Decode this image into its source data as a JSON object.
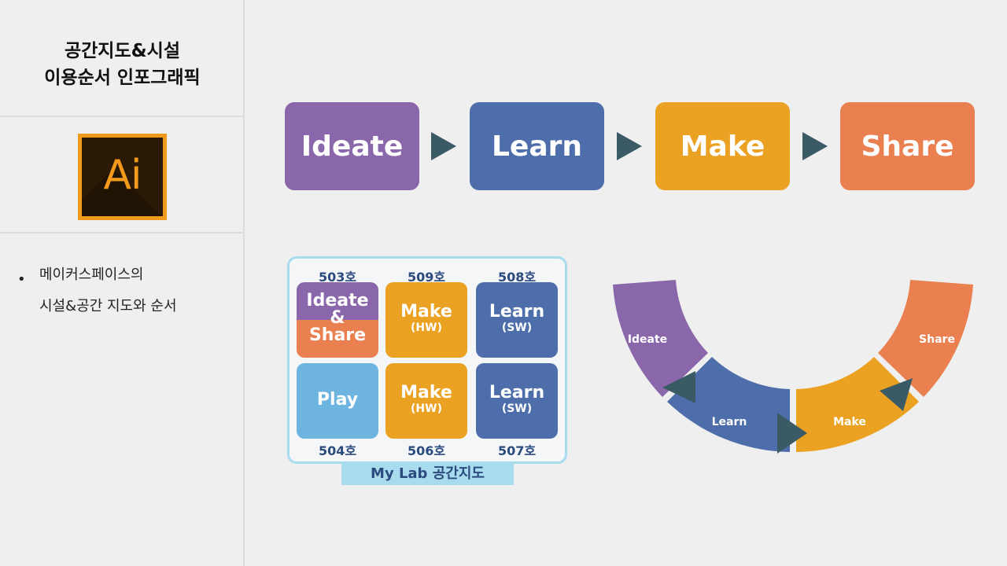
{
  "sidebar": {
    "title_line1": "공간지도&시설",
    "title_line2": "이용순서 인포그래픽",
    "logo_text": "Ai",
    "bullet_symbol": "•",
    "bullet_line1": "메이커스페이스의",
    "bullet_line2": "시설&공간 지도와 순서"
  },
  "flow": {
    "steps": [
      "Ideate",
      "Learn",
      "Make",
      "Share"
    ],
    "colors": [
      "#8a67aa",
      "#4e6eab",
      "#eba121",
      "#ea7f50"
    ]
  },
  "lab_map": {
    "top_room_numbers": [
      "503호",
      "509호",
      "508호"
    ],
    "bottom_room_numbers": [
      "504호",
      "506호",
      "507호"
    ],
    "room_503_top": "Ideate",
    "room_503_mid": "&",
    "room_503_bottom": "Share",
    "room_509_main": "Make",
    "room_509_sub": "(HW)",
    "room_508_main": "Learn",
    "room_508_sub": "(SW)",
    "room_504_main": "Play",
    "room_506_main": "Make",
    "room_506_sub": "(HW)",
    "room_507_main": "Learn",
    "room_507_sub": "(SW)",
    "caption": "My Lab 공간지도"
  },
  "arc": {
    "labels": [
      "Ideate",
      "Learn",
      "Make",
      "Share"
    ],
    "colors": [
      "#8a67aa",
      "#4e6eab",
      "#eba121",
      "#ea7f50"
    ],
    "arrow_color": "#3a5a66"
  }
}
